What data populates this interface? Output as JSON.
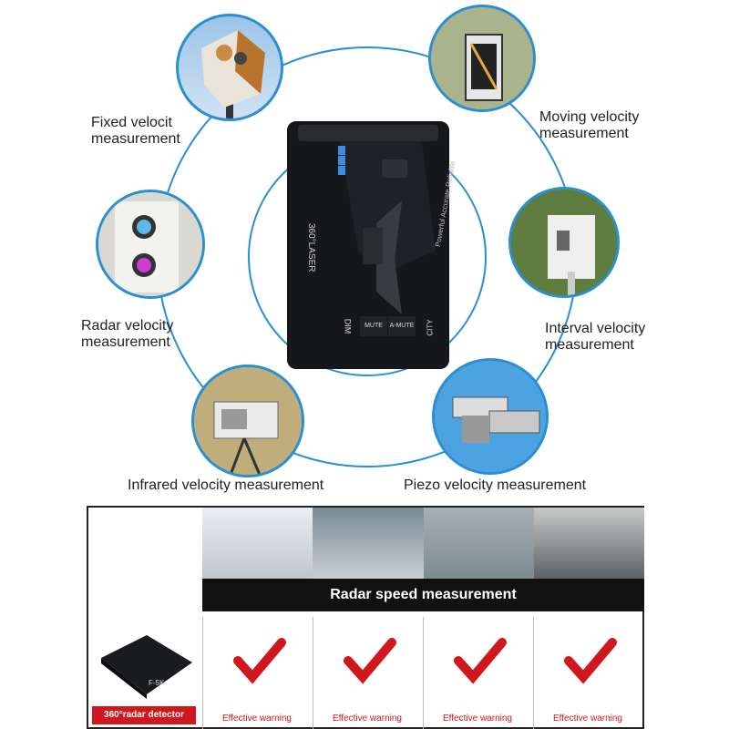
{
  "labels": {
    "fixed": [
      "Fixed velocit",
      "measurement"
    ],
    "moving": [
      "Moving velocity",
      "measurement"
    ],
    "radar": [
      "Radar velocity",
      "measurement"
    ],
    "interval": [
      "Interval velocity",
      "measurement"
    ],
    "infrared": "Infrared velocity measurement",
    "piezo": "Piezo velocity measurement"
  },
  "device": {
    "laser_text": "360°LASER",
    "tagline": "Powerful Accurate Reliable",
    "buttons": {
      "dim": "DIM",
      "mute": "MUTE",
      "a_mute": "A-MUTE",
      "city": "CITY"
    }
  },
  "table": {
    "banner": "Radar speed measurement",
    "product_badge": "360°radar detector",
    "product_mark": "F-5K",
    "warnings": [
      "Effective warning",
      "Effective warning",
      "Effective warning",
      "Effective warning"
    ]
  },
  "colors": {
    "ring": "#2a8fd0",
    "check": "#d0171e",
    "device": "#16171a",
    "accent": "#3a8de0"
  }
}
